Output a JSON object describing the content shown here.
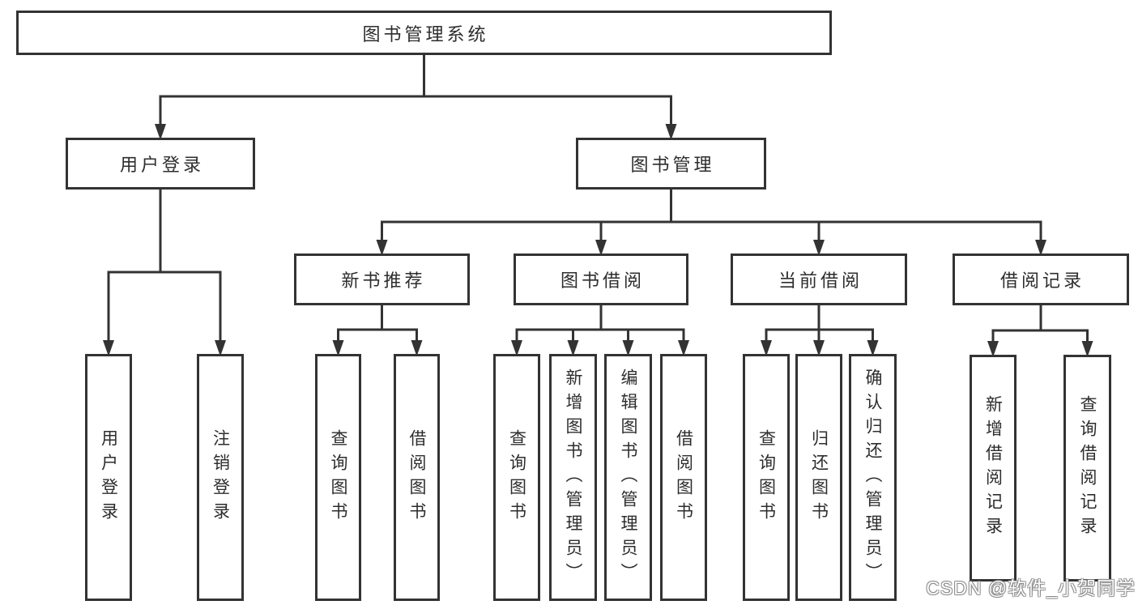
{
  "colors": {
    "line": "#333333",
    "border": "#333333",
    "text": "#2d2d2d",
    "background": "#ffffff"
  },
  "watermark": "CSDN @软件_小贺同学",
  "nodes": {
    "root": {
      "label": "图书管理系统"
    },
    "user_login": {
      "label": "用户登录"
    },
    "book_mgmt": {
      "label": "图书管理"
    },
    "new_book_rec": {
      "label": "新书推荐"
    },
    "book_borrow": {
      "label": "图书借阅"
    },
    "current_borrow": {
      "label": "当前借阅"
    },
    "borrow_records": {
      "label": "借阅记录"
    },
    "leaf_user_login": {
      "label": "用户登录"
    },
    "leaf_logout": {
      "label": "注销登录"
    },
    "leaf_query_book_rec": {
      "label": "查询图书"
    },
    "leaf_borrow_book_rec": {
      "label": "借阅图书"
    },
    "leaf_query_book_borrow": {
      "label": "查询图书"
    },
    "leaf_add_book_admin": {
      "label": "新增图书（管理员）"
    },
    "leaf_edit_book_admin": {
      "label": "编辑图书（管理员）"
    },
    "leaf_borrow_book_borrow": {
      "label": "借阅图书"
    },
    "leaf_query_book_current": {
      "label": "查询图书"
    },
    "leaf_return_book": {
      "label": "归还图书"
    },
    "leaf_confirm_return_admin": {
      "label": "确认归还（管理员）"
    },
    "leaf_add_borrow_record": {
      "label": "新增借阅记录"
    },
    "leaf_query_borrow_record": {
      "label": "查询借阅记录"
    }
  }
}
